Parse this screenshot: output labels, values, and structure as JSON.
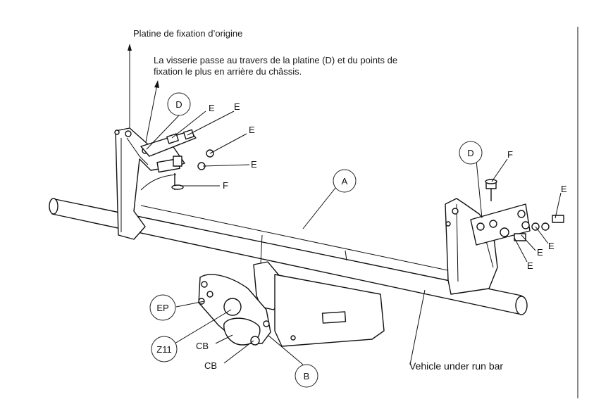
{
  "notes": {
    "original_plate": "Platine de fixation d’origine",
    "bolt_note_line1": "La visserie passe au travers de la platine (D) et du points de",
    "bolt_note_line2": "fixation le plus en arrière du châssis."
  },
  "caption": "Vehicle under run bar",
  "labels": {
    "A": "A",
    "B": "B",
    "D_left": "D",
    "D_right": "D",
    "E": "E",
    "F": "F",
    "EP": "EP",
    "Z11": "Z11",
    "CB": "CB"
  }
}
